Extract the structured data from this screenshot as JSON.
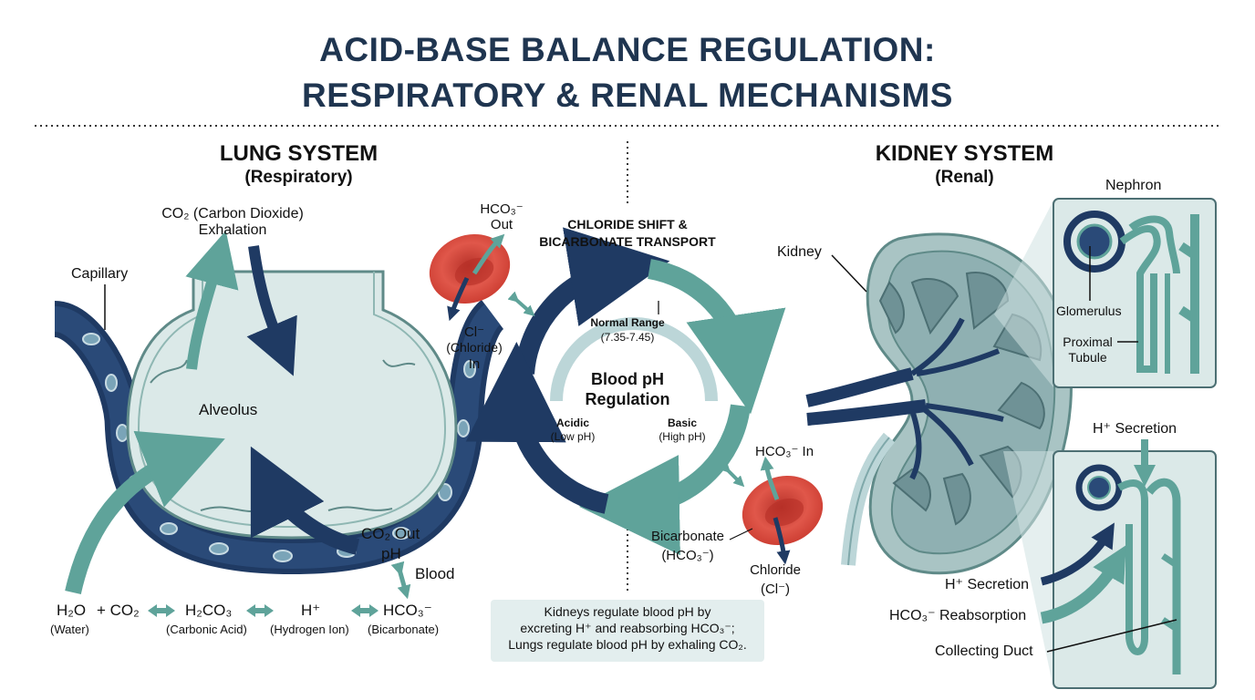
{
  "title": {
    "line1": "ACID-BASE BALANCE REGULATION:",
    "line2": "RESPIRATORY & RENAL MECHANISMS"
  },
  "lung": {
    "heading": "LUNG SYSTEM",
    "subheading": "(Respiratory)",
    "co2_exhalation_line1": "CO₂ (Carbon Dioxide)",
    "co2_exhalation_line2": "Exhalation",
    "capillary": "Capillary",
    "alveolus": "Alveolus",
    "co2_out": "CO₂ Out",
    "ph": "pH",
    "blood": "Blood",
    "equation": {
      "h2o": "H₂O",
      "plus_co2": "+ CO₂",
      "h2co3": "H₂CO₃",
      "h_plus": "H⁺",
      "hco3": "HCO₃⁻",
      "water": "(Water)",
      "carbonic_acid": "(Carbonic Acid)",
      "hydrogen_ion": "(Hydrogen Ion)",
      "bicarbonate": "(Bicarbonate)"
    }
  },
  "center": {
    "heading_line1": "CHLORIDE SHIFT &",
    "heading_line2": "BICARBONATE TRANSPORT",
    "hco3_out_line1": "HCO₃⁻",
    "hco3_out_line2": "Out",
    "cl_in_line1": "Cl⁻",
    "cl_in_line2": "(Chloride)",
    "cl_in_line3": "In",
    "normal_range": "Normal Range",
    "normal_range_value": "(7.35-7.45)",
    "blood_ph_line1": "Blood pH",
    "blood_ph_line2": "Regulation",
    "acidic": "Acidic",
    "acidic_sub": "(Low pH)",
    "basic": "Basic",
    "basic_sub": "(High pH)",
    "hco3_in": "HCO₃⁻ In",
    "bicarbonate_line1": "Bicarbonate",
    "bicarbonate_line2": "(HCO₃⁻)",
    "chloride_line1": "Chloride",
    "chloride_line2": "(Cl⁻)",
    "summary_line1": "Kidneys regulate blood pH by",
    "summary_line2": "excreting H⁺ and reabsorbing HCO₃⁻;",
    "summary_line3": "Lungs regulate blood pH by exhaling CO₂."
  },
  "kidney": {
    "heading": "KIDNEY SYSTEM",
    "subheading": "(Renal)",
    "kidney": "Kidney",
    "nephron": "Nephron",
    "glomerulus": "Glomerulus",
    "proximal_line1": "Proximal",
    "proximal_line2": "Tubule",
    "h_secretion_top": "H⁺ Secretion",
    "h_secretion": "H⁺ Secretion",
    "hco3_reabsorption": "HCO₃⁻ Reabsorption",
    "collecting_duct": "Collecting Duct"
  },
  "colors": {
    "navy": "#1f3a63",
    "teal": "#5fa39a",
    "light_teal": "#dbe9e8",
    "red_cell": "#d9483b",
    "title": "#1f3550"
  }
}
